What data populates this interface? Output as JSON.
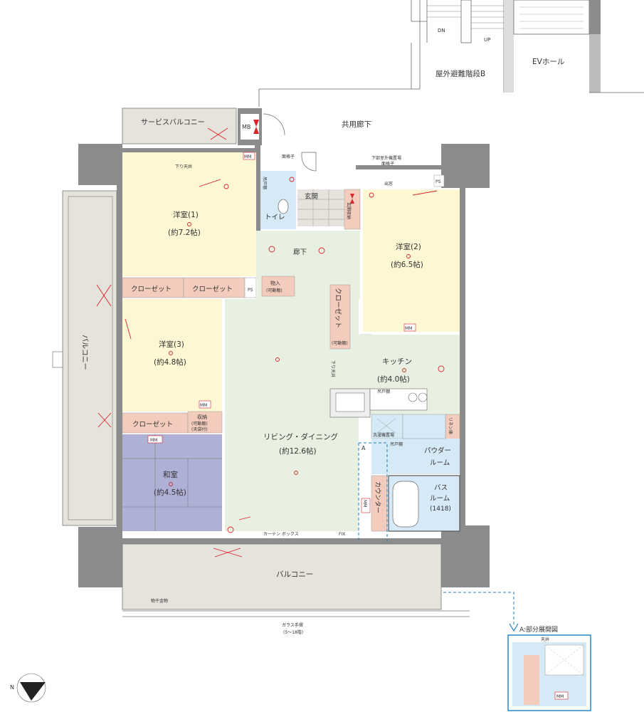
{
  "labels": {
    "stair": "屋外避難階段B",
    "ev_hall": "EVホール",
    "dn": "DN",
    "up": "UP",
    "corridor": "共用廊下",
    "mb": "MB",
    "service_balcony": "サービスバルコニー",
    "grille": "面格子",
    "outdoor_unit": "下部室外機置場",
    "outdoor_grille": "面格子",
    "window": "出窓",
    "ps": "PS",
    "hanging_shelf": "吊戸棚",
    "toilet": "トイレ",
    "entrance": "玄関",
    "entrance_storage": "玄関収納",
    "hallway": "廊下",
    "down_ceiling": "下り天井",
    "western1": "洋室(1)",
    "western1_size": "(約7.2帖)",
    "western2": "洋室(2)",
    "western2_size": "(約6.5帖)",
    "western3": "洋室(3)",
    "western3_size": "(約4.8帖)",
    "closet": "クローゼット",
    "closet_movable": "(可動棚)",
    "storage_room": "物入",
    "storage_room_sub": "(可動棚)",
    "storage": "収納",
    "storage_sub1": "(可動棚)",
    "storage_sub2": "(天袋付)",
    "kitchen": "キッチン",
    "kitchen_size": "(約4.0帖)",
    "living": "リビング・ダイニング",
    "living_size": "(約12.6帖)",
    "japanese": "和室",
    "japanese_size": "(約4.5帖)",
    "laundry": "洗濯機置場",
    "linen": "リネン庫",
    "powder": "パウダー",
    "powder2": "ルーム",
    "bath": "バス",
    "bath2": "ルーム",
    "bath_size": "(1418)",
    "counter": "カウンター",
    "balcony": "バルコニー",
    "balcony_side": "バルコニー",
    "curtain_box": "カーテン ボックス",
    "fix": "FIX",
    "hanger": "物干金物",
    "glass_rail": "ガラス手摺",
    "floors": "(5～18階)",
    "mm": "MM",
    "sec_a": "A",
    "partial_title": "A:部分展開図",
    "ceiling": "天井",
    "north": "N"
  },
  "colors": {
    "western": "#fdf7d4",
    "living": "#e8f1e1",
    "wet": "#d6e9f6",
    "japanese": "#aeb0d6",
    "storage": "#f3ccbd",
    "balcony": "#e5e3db",
    "wall": "#8c8c8c",
    "accent_red": "#d9242a",
    "accent_blue": "#1a7fc1"
  }
}
